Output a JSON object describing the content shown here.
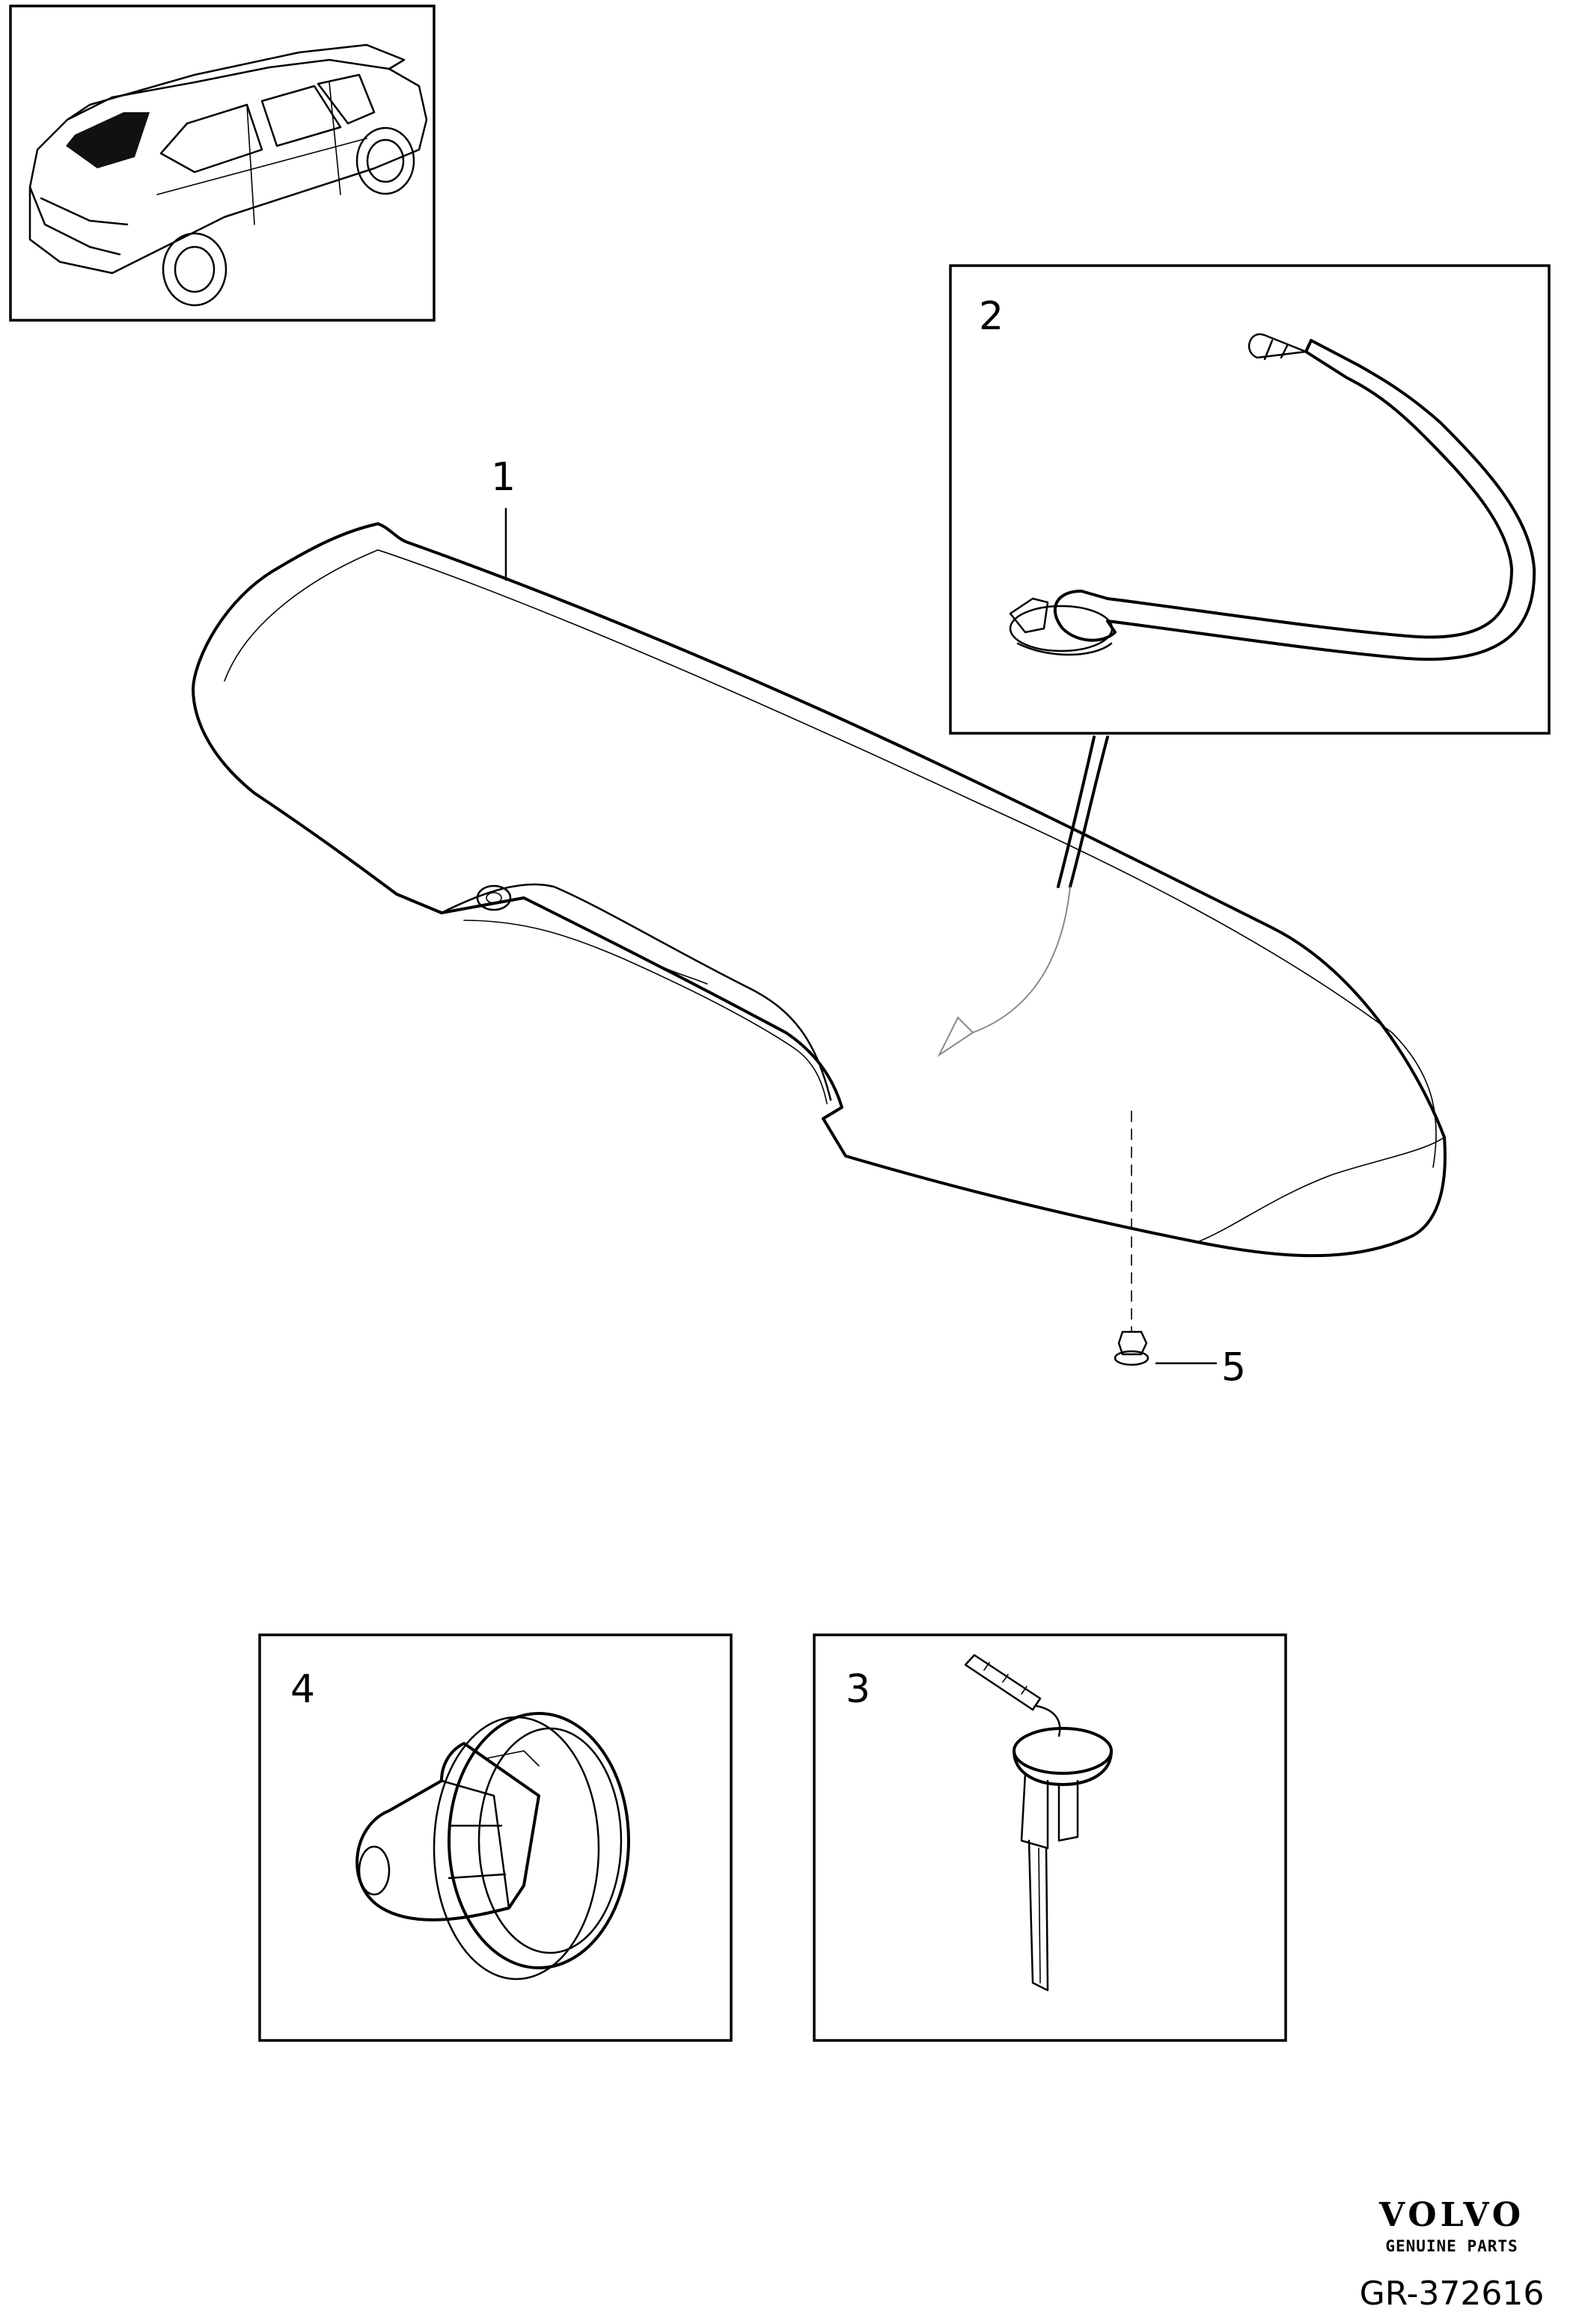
{
  "diagram": {
    "callouts": {
      "spoiler": "1",
      "hose": "2",
      "nozzle": "3",
      "clip": "4",
      "nut": "5"
    }
  },
  "footer": {
    "brand": "VOLVO",
    "tagline": "GENUINE PARTS",
    "reference": "GR-372616"
  }
}
